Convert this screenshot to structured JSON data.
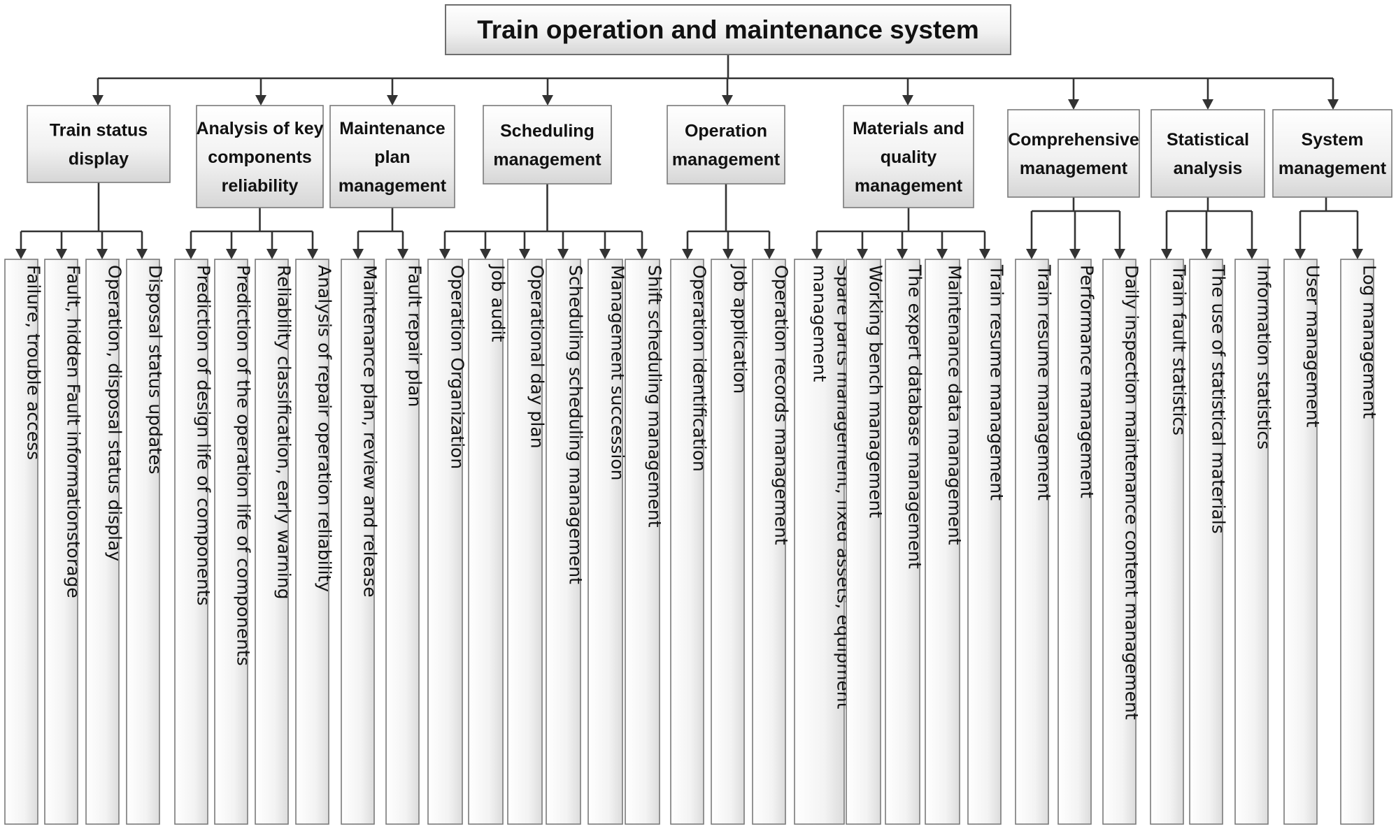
{
  "root": {
    "label": "Train operation and maintenance system"
  },
  "categories": [
    {
      "lines": [
        "Train status",
        "display"
      ],
      "children": [
        [
          "Failure, trouble access"
        ],
        [
          "Fault, hidden Fault informationstorage"
        ],
        [
          "Operation, disposal status display"
        ],
        [
          "Disposal status updates"
        ]
      ]
    },
    {
      "lines": [
        "Analysis of key",
        "components",
        "reliability"
      ],
      "children": [
        [
          "Prediction of design life of components"
        ],
        [
          "Prediction of the operation life of components"
        ],
        [
          "Reliability classification, early warning"
        ],
        [
          "Analysis of repair operation reliability"
        ]
      ]
    },
    {
      "lines": [
        "Maintenance",
        "plan",
        "management"
      ],
      "children": [
        [
          "Maintenance plan, review and release"
        ],
        [
          "Fault repair plan"
        ]
      ]
    },
    {
      "lines": [
        "Scheduling",
        "management"
      ],
      "children": [
        [
          "Operation Organization"
        ],
        [
          "Job audit"
        ],
        [
          "Operational day plan"
        ],
        [
          "Scheduling scheduling management"
        ],
        [
          "Management succession"
        ],
        [
          "Shift scheduling management"
        ]
      ]
    },
    {
      "lines": [
        "Operation",
        "management"
      ],
      "children": [
        [
          "Operation identification"
        ],
        [
          "Job application"
        ],
        [
          "Operation records management"
        ]
      ]
    },
    {
      "lines": [
        "Materials and",
        "quality",
        "management"
      ],
      "children": [
        [
          "Spare parts management, fixed assets, equipment",
          "management"
        ],
        [
          "Working bench management"
        ],
        [
          "The expert database management"
        ],
        [
          "Maintenance data management"
        ],
        [
          "Train resume management"
        ]
      ]
    },
    {
      "lines": [
        "Comprehensive",
        "management"
      ],
      "children": [
        [
          "Train resume management"
        ],
        [
          "Performance management"
        ],
        [
          "Daily inspection maintenance content management"
        ]
      ]
    },
    {
      "lines": [
        "Statistical",
        "analysis"
      ],
      "children": [
        [
          "Train fault statistics"
        ],
        [
          "The use of statistical materials"
        ],
        [
          "Information statistics"
        ]
      ]
    },
    {
      "lines": [
        "System",
        "management"
      ],
      "children": [
        [
          "User management"
        ],
        [
          "Log management"
        ]
      ]
    }
  ],
  "colors": {
    "box_fill_top": "#ffffff",
    "box_fill_bottom": "#dcdcdc",
    "border": "#7a7a7a",
    "connector": "#333333"
  }
}
